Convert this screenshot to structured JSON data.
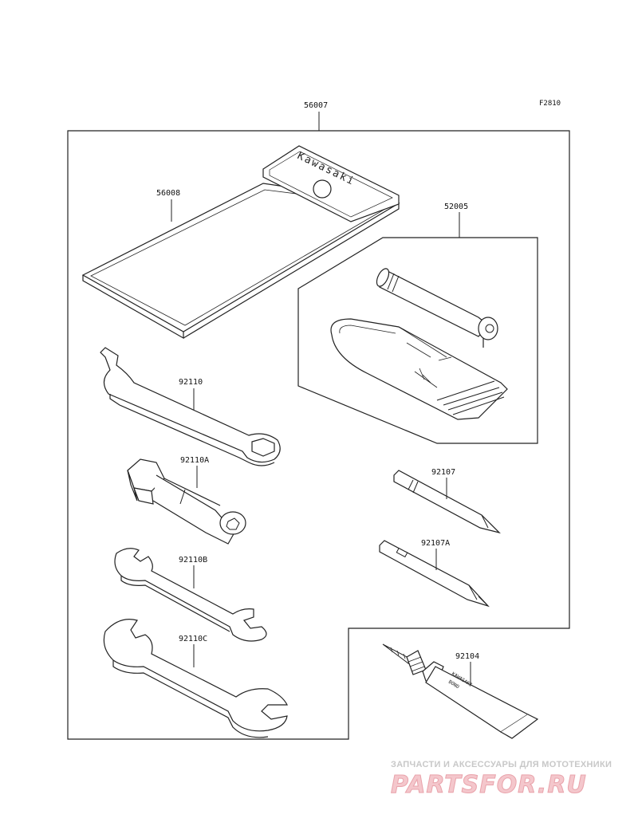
{
  "figure_code": "F2810",
  "parts": {
    "kit": "56007",
    "pouch": "56008",
    "tire_kit": "52005",
    "spanner": "92110",
    "socket": "92110A",
    "wrench_b": "92110B",
    "wrench_c": "92110C",
    "driver": "92107",
    "driver_a": "92107A",
    "bond": "92104"
  },
  "pouch_brand": "Kawasaki",
  "tube_text": {
    "line1": "KAWASAKI",
    "line2": "BOND"
  },
  "watermark": {
    "tagline": "ЗАПЧАСТИ И АКСЕССУАРЫ ДЛЯ МОТОТЕХНИКИ",
    "logo": "PARTSFOR.RU"
  }
}
